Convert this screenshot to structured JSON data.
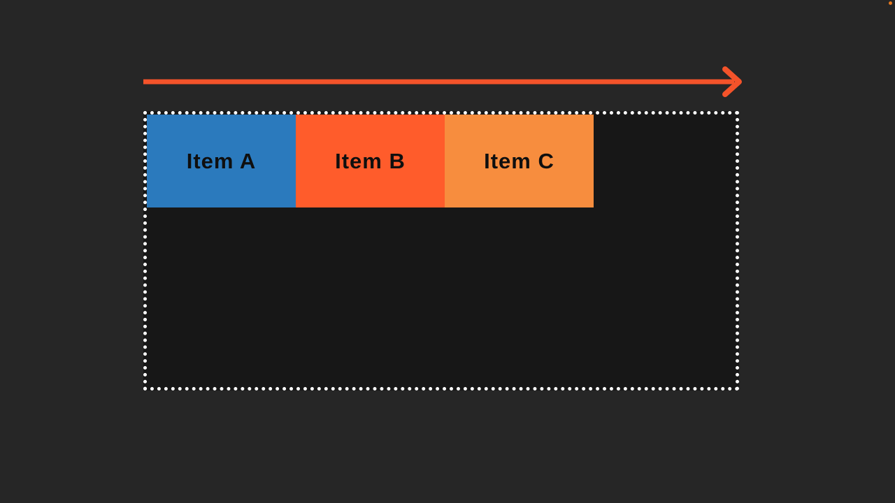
{
  "page": {
    "background": "#262626"
  },
  "arrow": {
    "direction": "right",
    "color": "#f4532a"
  },
  "container": {
    "background": "#171717",
    "border_color": "#ffffff",
    "border_style": "dotted"
  },
  "items": [
    {
      "label": "Item A",
      "color": "#2b7abd"
    },
    {
      "label": "Item B",
      "color": "#ff5c2b"
    },
    {
      "label": "Item C",
      "color": "#f78d3e"
    }
  ],
  "corner_dot": {
    "color": "#e8791e"
  }
}
